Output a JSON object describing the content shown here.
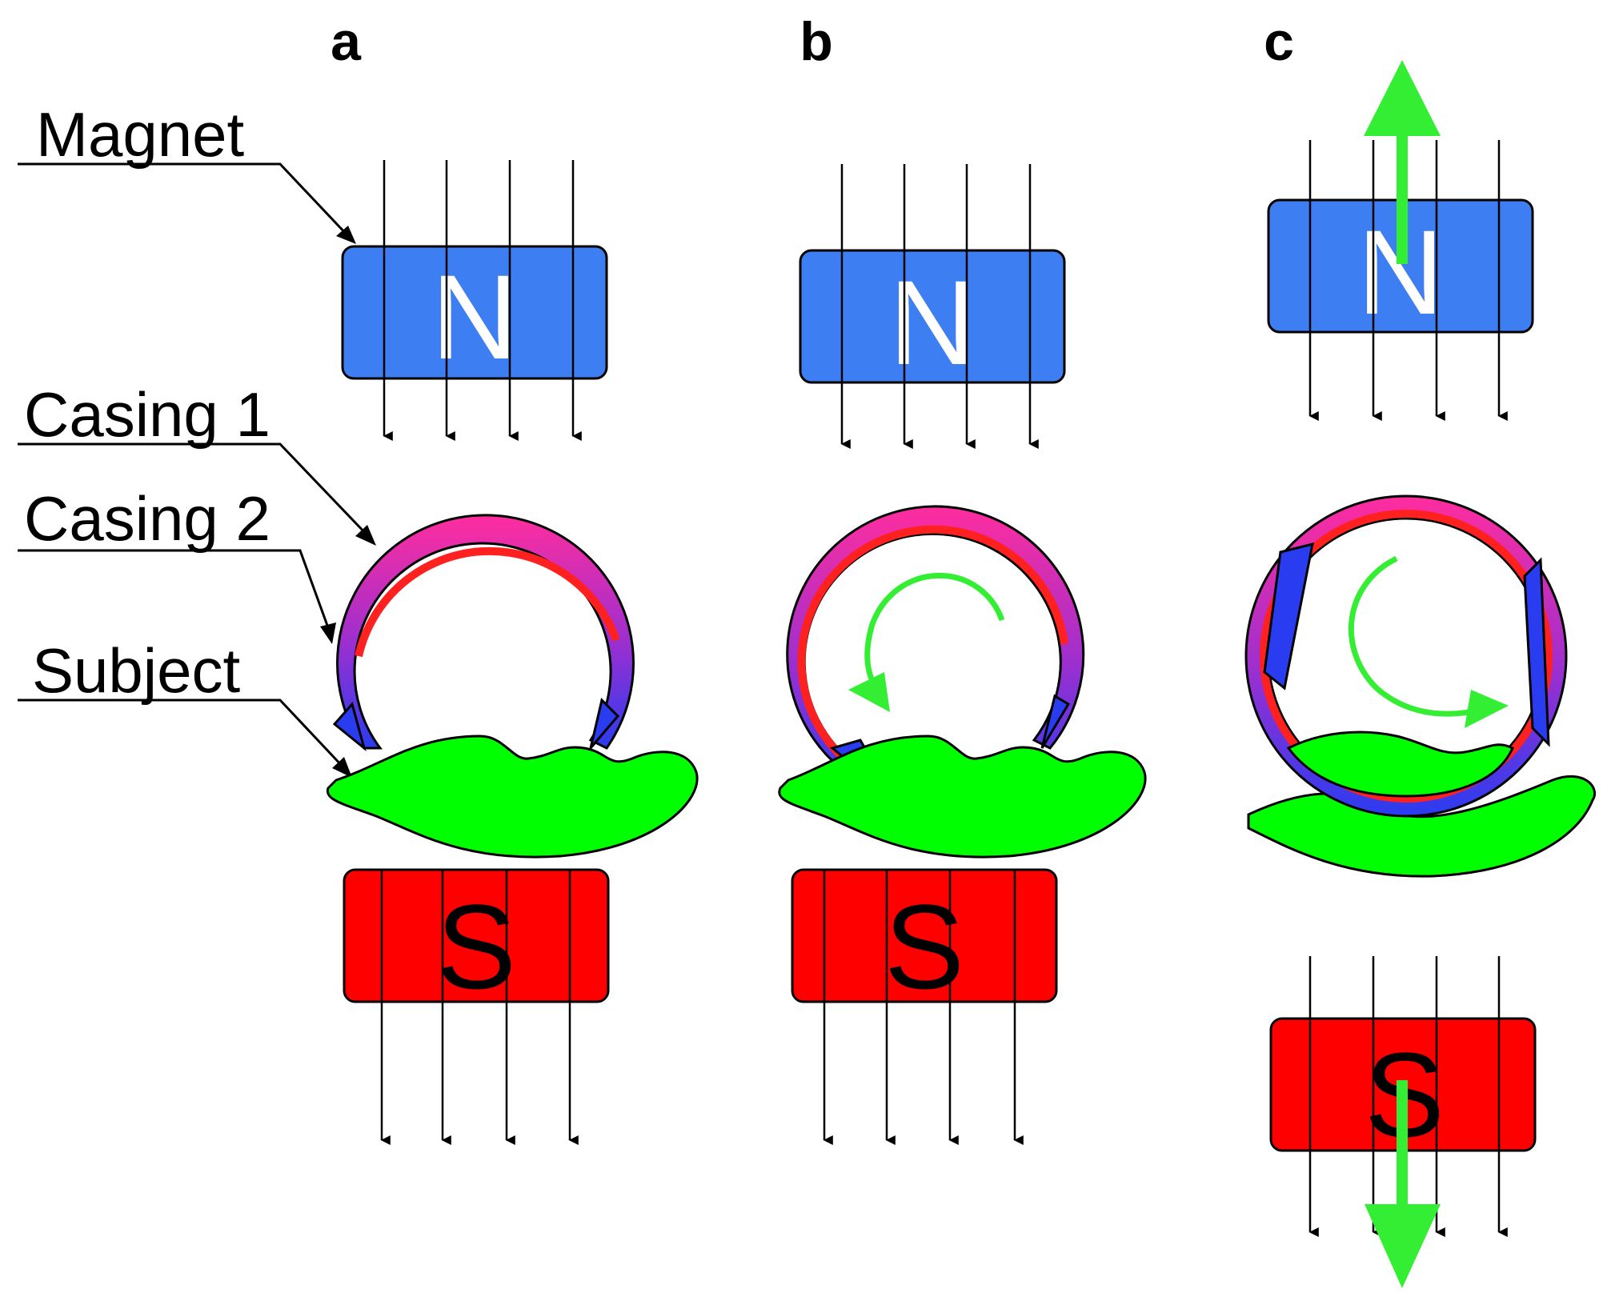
{
  "panels": [
    {
      "id": "a",
      "label": "a"
    },
    {
      "id": "b",
      "label": "b"
    },
    {
      "id": "c",
      "label": "c"
    }
  ],
  "callouts": {
    "magnet": "Magnet",
    "casing1": "Casing 1",
    "casing2": "Casing 2",
    "subject": "Subject"
  },
  "poles": {
    "north": "N",
    "south": "S"
  },
  "colors": {
    "north_magnet": "#3d7ef2",
    "south_magnet": "#ff0000",
    "subject": "#00ff00",
    "arrow": "#33ee33",
    "casing_outer": "#ff2d9e",
    "casing_mid": "#9b2fd0",
    "casing_inner": "#ff2020",
    "casing_end": "#2a3cf0",
    "north_text": "#ffffff",
    "south_text": "#000000"
  }
}
